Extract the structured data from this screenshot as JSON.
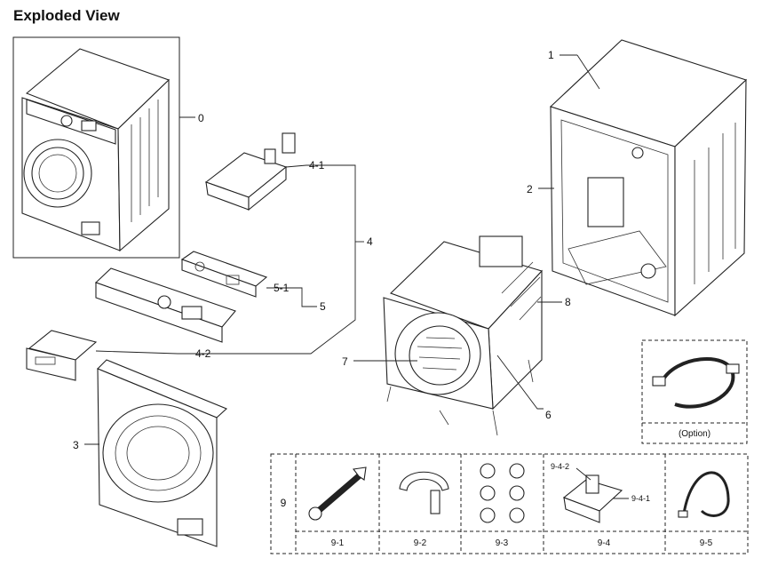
{
  "title": "Exploded View",
  "callouts": {
    "c0": "0",
    "c1": "1",
    "c2": "2",
    "c3": "3",
    "c4": "4",
    "c4_1": "4-1",
    "c4_2": "4-2",
    "c5": "5",
    "c5_1": "5-1",
    "c6": "6",
    "c7": "7",
    "c8": "8",
    "c9": "9"
  },
  "option_box": {
    "label": "(Option)"
  },
  "accessories": {
    "cells": [
      {
        "label": "9-1"
      },
      {
        "label": "9-2"
      },
      {
        "label": "9-3"
      },
      {
        "label": "9-4"
      },
      {
        "label": "9-5"
      }
    ],
    "sub_callouts": {
      "c9_4_1": "9-4-1",
      "c9_4_2": "9-4-2"
    }
  }
}
